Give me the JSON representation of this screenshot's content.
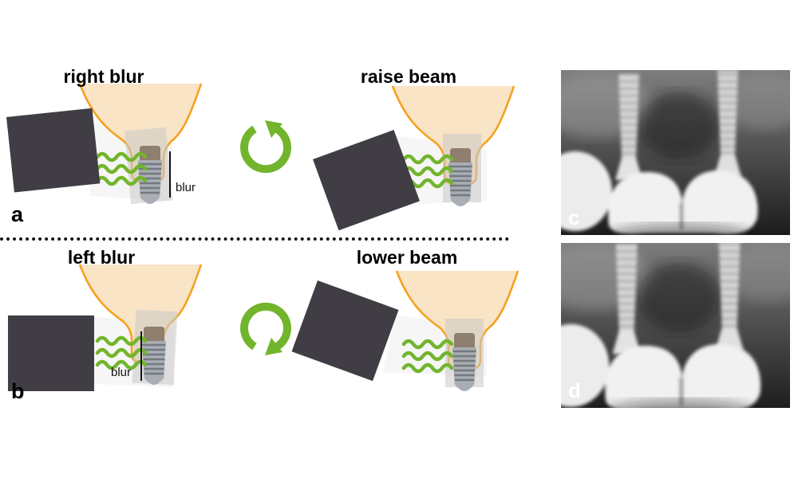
{
  "figure": {
    "panel_a": {
      "letter": "a",
      "title": "right blur",
      "blur_label": "blur",
      "action_title": "raise beam"
    },
    "panel_b": {
      "letter": "b",
      "title": "left blur",
      "blur_label": "blur",
      "action_title": "lower beam"
    },
    "panel_c": {
      "letter": "c"
    },
    "panel_d": {
      "letter": "d"
    },
    "icons": {
      "top_rotation_arrow": "rotate-counterclockwise-icon",
      "bottom_rotation_arrow": "rotate-clockwise-icon"
    },
    "colors": {
      "beam_green": "#72b52d",
      "tooth_outline": "#f5a11f",
      "tooth_fill": "#f9e4c6",
      "tube_dark": "#413d45",
      "background": "#ffffff"
    }
  }
}
